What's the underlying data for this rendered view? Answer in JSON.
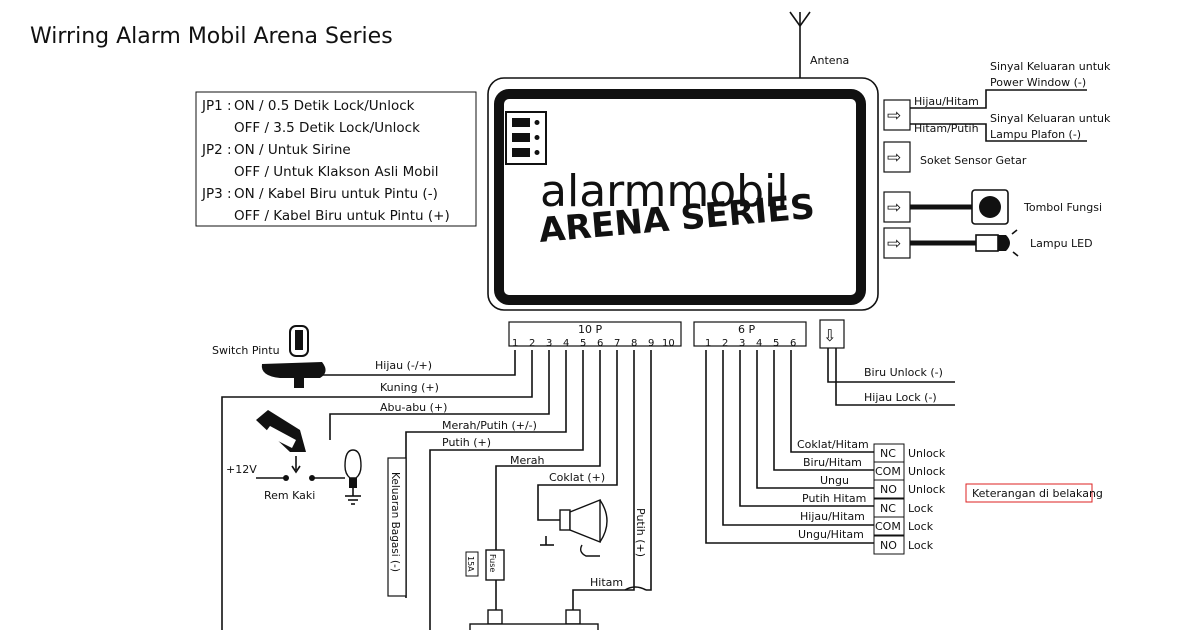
{
  "title": "Wirring Alarm Mobil Arena Series",
  "antenna_label": "Antena",
  "jumpers": [
    {
      "code": "JP1 :",
      "on": "ON / 0.5 Detik Lock/Unlock",
      "off": "OFF / 3.5 Detik Lock/Unlock"
    },
    {
      "code": "JP2 :",
      "on": "ON / Untuk Sirine",
      "off": "OFF / Untuk Klakson Asli Mobil"
    },
    {
      "code": "JP3 :",
      "on": "ON / Kabel Biru untuk Pintu (-)",
      "off": "OFF / Kabel Biru untuk Pintu (+)"
    }
  ],
  "brand": {
    "line1": "alarmmobil",
    "line2": "ARENA SERIES"
  },
  "right_side": {
    "wire1": "Hijau/Hitam",
    "wire2": "Hitam/Putih",
    "signal1": [
      "Sinyal Keluaran untuk",
      "Power Window (-)"
    ],
    "signal2": [
      "Sinyal Keluaran untuk",
      "Lampu Plafon (-)"
    ],
    "sensor": "Soket Sensor Getar",
    "button": "Tombol Fungsi",
    "led": "Lampu LED"
  },
  "connector10": {
    "title": "10 P",
    "pins": [
      "1",
      "2",
      "3",
      "4",
      "5",
      "6",
      "7",
      "8",
      "9",
      "10"
    ]
  },
  "connector6": {
    "title": "6 P",
    "pins": [
      "1",
      "2",
      "3",
      "4",
      "5",
      "6"
    ]
  },
  "left_wires": {
    "switch_pintu": "Switch Pintu",
    "hijau": "Hijau (-/+)",
    "kuning": "Kuning (+)",
    "abu": "Abu-abu (+)",
    "merah_putih": "Merah/Putih (+/-)",
    "putih": "Putih (+)",
    "merah": "Merah",
    "coklat": "Coklat (+)",
    "putih_vert": "Putih (+)",
    "hitam": "Hitam",
    "bagasi": "Keluaran Bagasi (-)",
    "plus12": "+12V",
    "rem": "Rem Kaki",
    "fuse": "Fuse",
    "fuse_rating": "15A"
  },
  "lock_wires": {
    "biru": "Biru Unlock (-)",
    "hijau": "Hijau Lock (-)"
  },
  "relay_rows": [
    {
      "wire": "Coklat/Hitam",
      "contact": "NC",
      "action": "Unlock"
    },
    {
      "wire": "Biru/Hitam",
      "contact": "COM",
      "action": "Unlock"
    },
    {
      "wire": "Ungu",
      "contact": "NO",
      "action": "Unlock"
    },
    {
      "wire": "Putih Hitam",
      "contact": "NC",
      "action": "Lock"
    },
    {
      "wire": "Hijau/Hitam",
      "contact": "COM",
      "action": "Lock"
    },
    {
      "wire": "Ungu/Hitam",
      "contact": "NO",
      "action": "Lock"
    }
  ],
  "note": "Keterangan di belakang"
}
